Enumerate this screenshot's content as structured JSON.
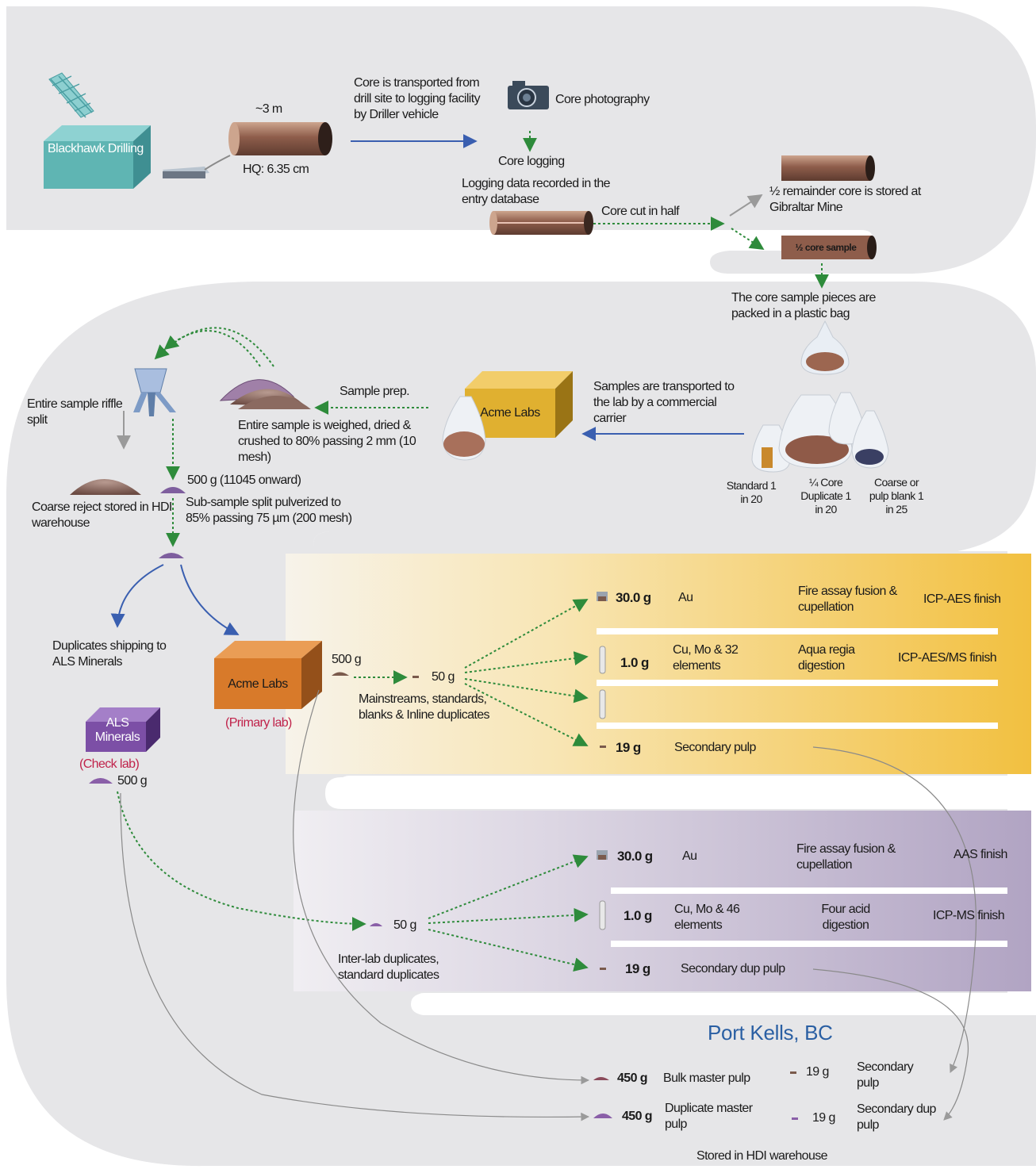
{
  "drilling": {
    "company": "Blackhawk Drilling",
    "core_length": "~3 m",
    "core_size": "HQ: 6.35 cm",
    "transport_note": "Core is transported from drill site to logging facility by Driller vehicle"
  },
  "logging": {
    "photography": "Core photography",
    "core_logging": "Core logging",
    "database_note": "Logging data recorded in the entry database",
    "cut_note": "Core cut in half",
    "remainder_note": "½ remainder core is stored at Gibraltar Mine",
    "half_sample": "½ core sample"
  },
  "packing": {
    "note": "The core sample pieces are packed in a plastic bag",
    "standard": "Standard 1 in 20",
    "duplicate": "¼ Core Duplicate 1 in 20",
    "blank": "Coarse or pulp blank 1 in 25",
    "carrier_note": "Samples are transported to the lab by a commercial carrier"
  },
  "prep": {
    "lab": "Acme Labs",
    "sample_prep": "Sample prep.",
    "weigh_note": "Entire sample is weighed, dried & crushed to 80% passing 2 mm (10 mesh)",
    "riffle": "Entire sample riffle split",
    "coarse_reject": "Coarse reject stored in HDI warehouse",
    "split_mass": "500 g (11045 onward)",
    "subsample": "Sub-sample split pulverized to 85% passing 75 µm (200 mesh)"
  },
  "primary": {
    "duplicates_shipping": "Duplicates shipping to ALS Minerals",
    "lab": "Acme Labs",
    "lab_role": "(Primary lab)",
    "pulp_mass": "500 g",
    "aliquot": "50 g",
    "stream_note": "Mainstreams, standards, blanks & Inline duplicates",
    "rows": [
      {
        "mass": "30.0 g",
        "element": "Au",
        "method": "Fire assay fusion & cupellation",
        "finish": "ICP-AES finish"
      },
      {
        "mass": "1.0 g",
        "element": "Cu, Mo & 32 elements",
        "method": "Aqua regia digestion",
        "finish": "ICP-AES/MS finish"
      },
      {
        "mass": "",
        "element": "",
        "method": "",
        "finish": ""
      },
      {
        "mass": "19 g",
        "element": "Secondary pulp",
        "method": "",
        "finish": ""
      }
    ]
  },
  "check": {
    "lab": "ALS Minerals",
    "lab_role": "(Check lab)",
    "pulp_mass": "500 g",
    "aliquot": "50 g",
    "stream_note": "Inter-lab duplicates, standard duplicates",
    "rows": [
      {
        "mass": "30.0 g",
        "element": "Au",
        "method": "Fire assay fusion & cupellation",
        "finish": "AAS finish"
      },
      {
        "mass": "1.0 g",
        "element": "Cu, Mo & 46 elements",
        "method": "Four acid digestion",
        "finish": "ICP-MS finish"
      },
      {
        "mass": "19 g",
        "element": "Secondary dup pulp",
        "method": "",
        "finish": ""
      }
    ]
  },
  "storage": {
    "location": "Port Kells, BC",
    "bulk_mass": "450 g",
    "bulk_label": "Bulk master pulp",
    "bulk_secondary_mass": "19 g",
    "bulk_secondary_label": "Secondary pulp",
    "dup_mass": "450 g",
    "dup_label": "Duplicate master pulp",
    "dup_secondary_mass": "19 g",
    "dup_secondary_label": "Secondary dup pulp",
    "stored_note": "Stored in HDI warehouse"
  },
  "colors": {
    "band": "#e6e6e8",
    "assay_band": "#f2c040",
    "check_band": "#b1a4c3",
    "teal_box": "#5fb5b3",
    "orange_box": "#d87a2a",
    "gold_box": "#e0b030",
    "purple_box": "#7c4fa6",
    "arrow_green": "#2e8b3b",
    "arrow_blue": "#3a5fb0"
  }
}
